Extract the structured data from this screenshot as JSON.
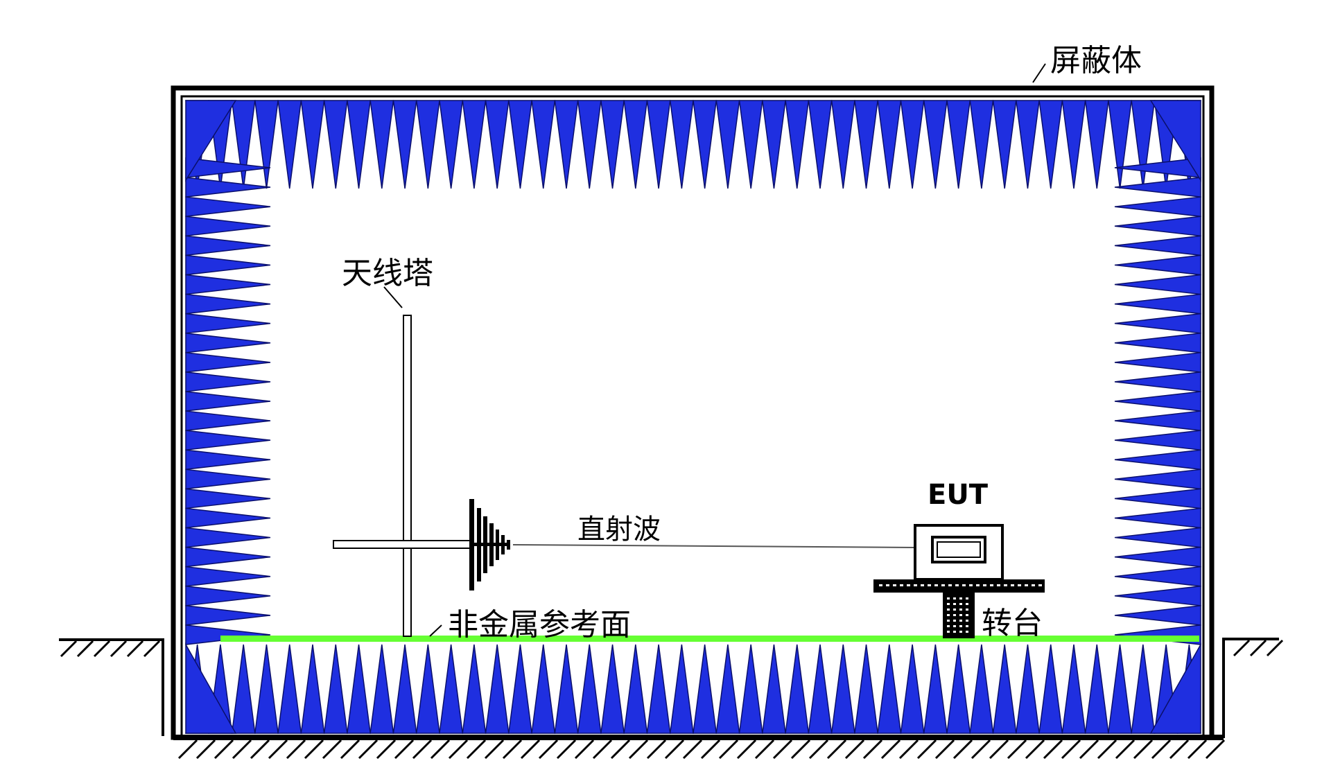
{
  "labels": {
    "shield": "屏蔽体",
    "antenna_tower": "天线塔",
    "direct_wave": "直射波",
    "ground_plane": "非金属参考面",
    "eut": "EUT",
    "turntable": "转台"
  },
  "colors": {
    "absorber": "#1f2fe0",
    "absorber_edge": "#0a0f6a",
    "reference_plane": "#66ff33",
    "wall": "#000000",
    "background": "#ffffff"
  },
  "icons": {
    "antenna": "log-periodic-antenna-icon",
    "eut": "monitor-icon",
    "turntable": "turntable-icon"
  }
}
